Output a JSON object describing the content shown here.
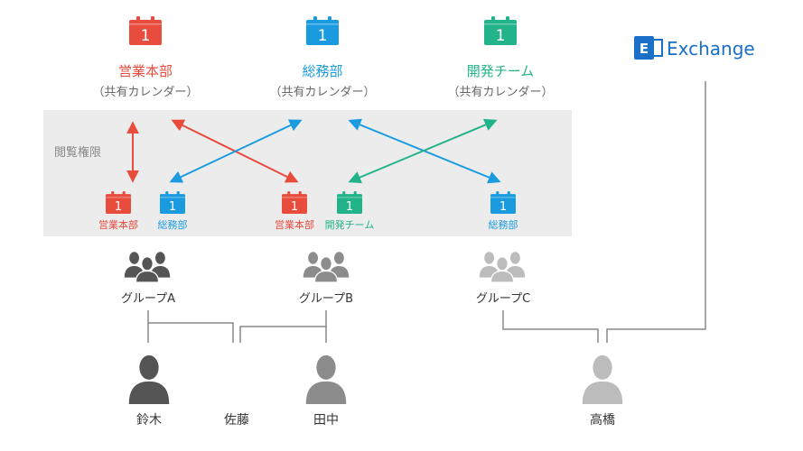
{
  "shared_calendars": [
    {
      "name": "営業本部",
      "sub": "（共有カレンダー）",
      "day": "1",
      "color": "#e84c3d"
    },
    {
      "name": "総務部",
      "sub": "（共有カレンダー）",
      "day": "1",
      "color": "#1a9be0"
    },
    {
      "name": "開発チーム",
      "sub": "（共有カレンダー）",
      "day": "1",
      "color": "#22b38a"
    }
  ],
  "permission_label": "閲覧権限",
  "group_calendars": [
    {
      "name": "営業本部",
      "day": "1",
      "color": "#e84c3d"
    },
    {
      "name": "総務部",
      "day": "1",
      "color": "#1a9be0"
    },
    {
      "name": "営業本部",
      "day": "1",
      "color": "#e84c3d"
    },
    {
      "name": "開発チーム",
      "day": "1",
      "color": "#22b38a"
    },
    {
      "name": "総務部",
      "day": "1",
      "color": "#1a9be0"
    }
  ],
  "groups": [
    {
      "name": "グループA",
      "color": "#555555"
    },
    {
      "name": "グループB",
      "color": "#8c8c8c"
    },
    {
      "name": "グループC",
      "color": "#bcbcbc"
    }
  ],
  "users": [
    {
      "name": "鈴木",
      "color": "#555555"
    },
    {
      "name": "佐藤",
      "color": "#555555",
      "color2": "#8c8c8c"
    },
    {
      "name": "田中",
      "color": "#8c8c8c"
    },
    {
      "name": "高橋",
      "color": "#bcbcbc"
    }
  ],
  "exchange": {
    "logo_letter": "E",
    "name": "Exchange",
    "color": "#1a6fc6"
  },
  "colors": {
    "panel": "#ececec",
    "line": "#888888"
  }
}
